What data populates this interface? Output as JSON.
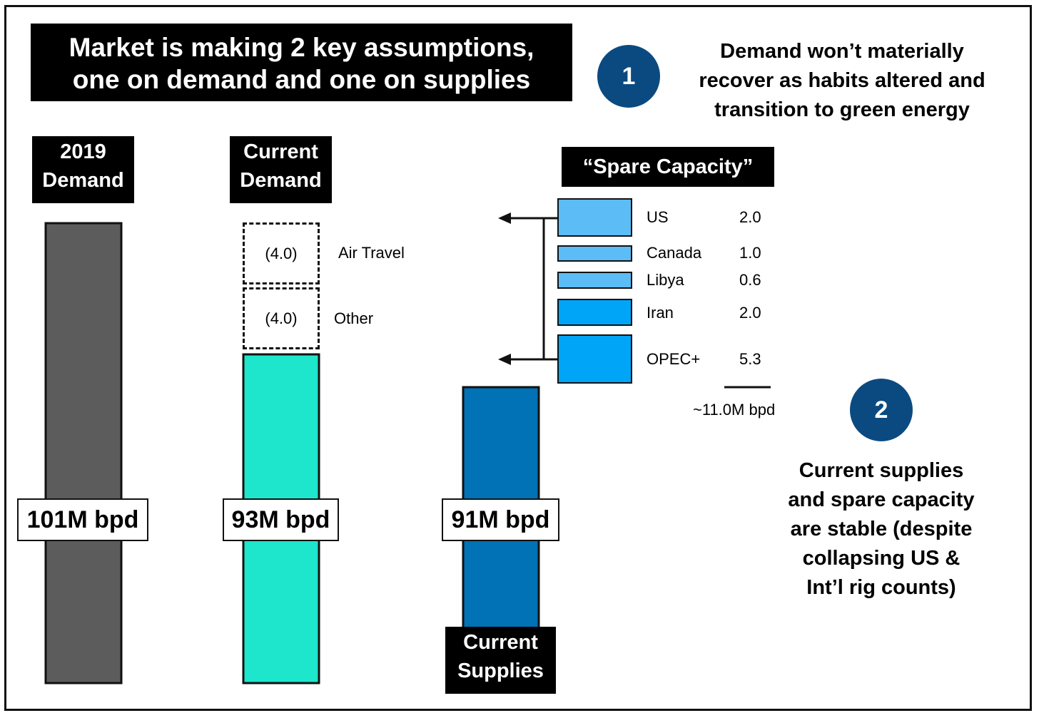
{
  "title": {
    "line1": "Market is making 2 key assumptions,",
    "line2": "one on demand and one on supplies"
  },
  "assumptions": [
    {
      "number": "1",
      "lines": [
        "Demand won’t materially",
        "recover as habits altered and",
        "transition to green energy"
      ]
    },
    {
      "number": "2",
      "lines": [
        "Current supplies",
        "and spare capacity",
        "are stable (despite",
        "collapsing US &",
        "Int’l rig counts)"
      ]
    }
  ],
  "colors": {
    "circle": "#0b4a80",
    "demand_2019": "#5c5c5c",
    "current_demand": "#1de6cc",
    "current_supplies": "#0072b5",
    "spare_light": "#5bbcf6",
    "spare_dark": "#01a5f7"
  },
  "chart_data": {
    "type": "bar",
    "unit": "M bpd",
    "bars": [
      {
        "id": "demand_2019",
        "label_lines": [
          "2019",
          "Demand"
        ],
        "value": 101,
        "value_label": "101M bpd"
      },
      {
        "id": "current_demand",
        "label_lines": [
          "Current",
          "Demand"
        ],
        "value": 93,
        "value_label": "93M bpd"
      },
      {
        "id": "current_supplies",
        "label_lines": [
          "Current",
          "Supplies"
        ],
        "value": 91,
        "value_label": "91M bpd"
      }
    ],
    "demand_reductions": [
      {
        "label": "Air Travel",
        "value": -4.0,
        "value_label": "(4.0)"
      },
      {
        "label": "Other",
        "value": -4.0,
        "value_label": "(4.0)"
      }
    ],
    "spare_capacity": {
      "title": "“Spare Capacity”",
      "items": [
        {
          "name": "US",
          "value": 2.0,
          "value_label": "2.0"
        },
        {
          "name": "Canada",
          "value": 1.0,
          "value_label": "1.0"
        },
        {
          "name": "Libya",
          "value": 0.6,
          "value_label": "0.6"
        },
        {
          "name": "Iran",
          "value": 2.0,
          "value_label": "2.0"
        },
        {
          "name": "OPEC+",
          "value": 5.3,
          "value_label": "5.3"
        }
      ],
      "total_label": "~11.0M bpd"
    }
  }
}
